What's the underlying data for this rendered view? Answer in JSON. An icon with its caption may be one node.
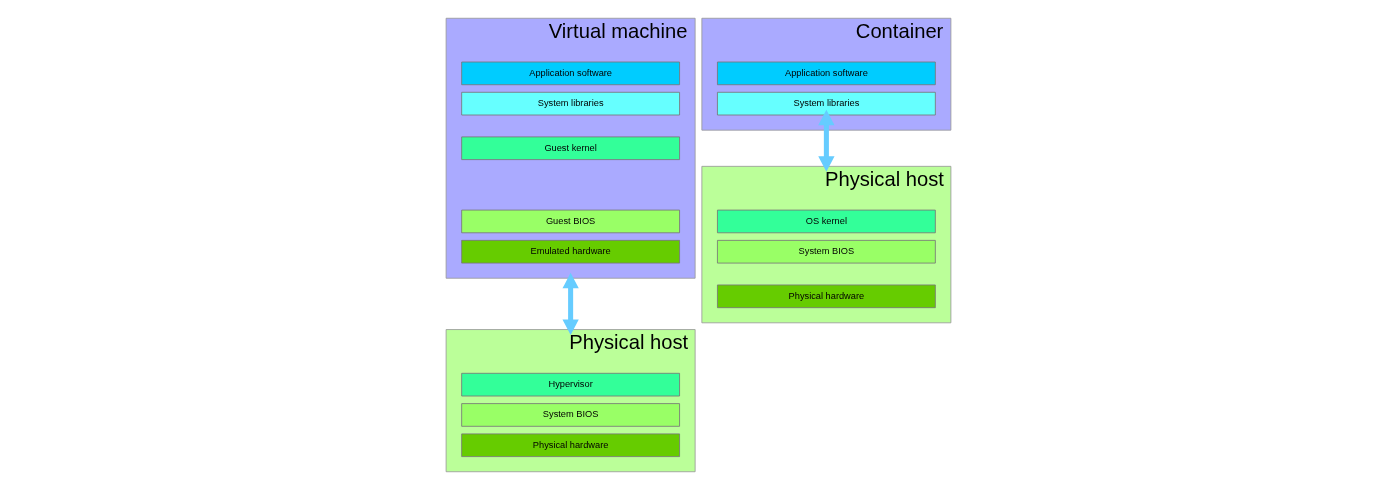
{
  "diagram": {
    "nodes": [
      {
        "text": [
          "Virtual machine"
        ]
      },
      {
        "text": [
          "Application software"
        ],
        "in": 0
      },
      {
        "text": [
          "System libraries"
        ],
        "in": 0
      },
      {
        "text": [
          "Guest kernel"
        ],
        "in": 0
      },
      {
        "text": [
          "Guest BIOS"
        ],
        "in": 0
      },
      {
        "text": [
          "Emulated hardware"
        ],
        "in": 0
      },
      {
        "text": [
          "Physical host"
        ]
      },
      {
        "text": [
          "Hypervisor"
        ],
        "in": 6
      },
      {
        "text": [
          "System BIOS"
        ],
        "in": 6
      },
      {
        "text": [
          "Physical hardware"
        ],
        "in": 6
      },
      {
        "text": [
          "Container"
        ]
      },
      {
        "text": [
          "Application software"
        ],
        "in": 10
      },
      {
        "text": [
          "System libraries"
        ],
        "in": 10
      },
      {
        "text": [
          "Physical host"
        ]
      },
      {
        "text": [
          "OS kernel"
        ],
        "in": 13
      },
      {
        "text": [
          "System BIOS"
        ],
        "in": 13
      },
      {
        "text": [
          "Physical hardware"
        ],
        "in": 13
      }
    ],
    "edges": [
      {
        "from": 0,
        "to": 6,
        "arrow": "both"
      },
      {
        "from": 12,
        "to": 13,
        "arrow": "both"
      }
    ]
  }
}
